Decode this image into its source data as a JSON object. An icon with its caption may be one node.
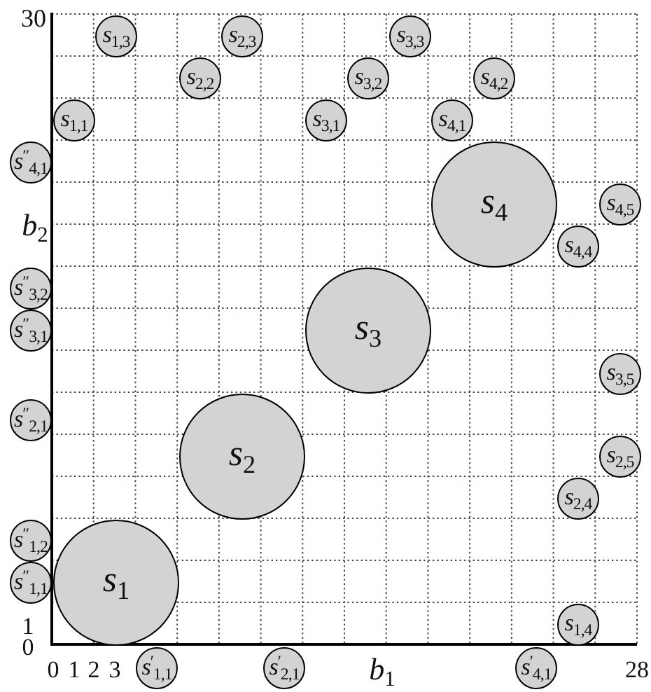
{
  "diagram": {
    "nodes": [
      {
        "text": [
          "*s*$_{1,3}$"
        ]
      },
      {
        "text": [
          "*s*$_{2,3}$"
        ]
      },
      {
        "text": [
          "*s*$_{3,3}$"
        ]
      },
      {
        "text": [
          "*s*$_{2,2}$"
        ]
      },
      {
        "text": [
          "*s*$_{3,2}$"
        ]
      },
      {
        "text": [
          "*s*$_{4,2}$"
        ]
      },
      {
        "text": [
          "*s*$_{1,1}$"
        ]
      },
      {
        "text": [
          "*s*$_{3,1}$"
        ]
      },
      {
        "text": [
          "*s*$_{4,1}$"
        ]
      },
      {
        "text": [
          "*s*$^{″}$$_{4,1}$"
        ]
      },
      {
        "text": [
          "*s*$_{4}$"
        ]
      },
      {
        "text": [
          "*s*$_{4,5}$"
        ]
      },
      {
        "text": [
          "*s*$_{4,4}$"
        ]
      },
      {
        "text": [
          "*s*$^{″}$$_{3,2}$"
        ]
      },
      {
        "text": [
          "*s*$_{3}$"
        ]
      },
      {
        "text": [
          "*s*$^{″}$$_{3,1}$"
        ]
      },
      {
        "text": [
          "*s*$_{3,5}$"
        ]
      },
      {
        "text": [
          "*s*$^{″}$$_{2,1}$"
        ]
      },
      {
        "text": [
          "*s*$_{2}$"
        ]
      },
      {
        "text": [
          "*s*$_{2,5}$"
        ]
      },
      {
        "text": [
          "*s*$_{2,4}$"
        ]
      },
      {
        "text": [
          "*s*$^{″}$$_{1,2}$"
        ]
      },
      {
        "text": [
          "*s*$_{1}$"
        ]
      },
      {
        "text": [
          "*s*$^{″}$$_{1,1}$"
        ]
      },
      {
        "text": [
          "*s*$_{1,4}$"
        ]
      },
      {
        "text": [
          "*s*$^{′}$$_{1,1}$"
        ]
      },
      {
        "text": [
          "*s*$^{′}$$_{2,1}$"
        ]
      },
      {
        "text": [
          "*s*$^{′}$$_{4,1}$"
        ]
      }
    ],
    "labels": [
      "30",
      "*b*$_{2}$",
      "1",
      "0",
      "0",
      "1",
      "2",
      "3",
      "*b*$_{1}$",
      "28"
    ]
  }
}
